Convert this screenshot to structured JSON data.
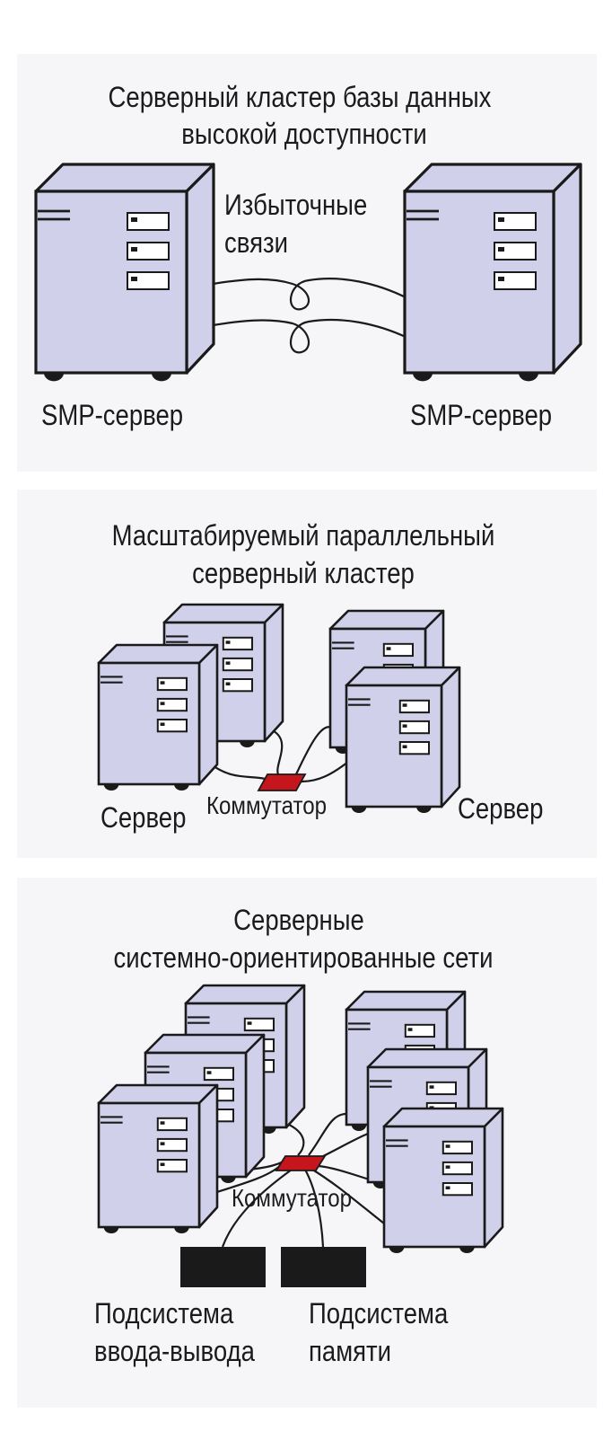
{
  "colors": {
    "server_fill": "#d1d0ea",
    "outline": "#1a1a1a",
    "switch_fill": "#c4161c",
    "subsystem_fill": "#1a1a1a",
    "panel_bg": "#f6f6f9"
  },
  "panel1": {
    "title_line1": "Серверный кластер базы данных",
    "title_line2": "высокой доступности",
    "links_line1": "Избыточные",
    "links_line2": "связи",
    "server_left_label": "SMP-сервер",
    "server_right_label": "SMP-сервер"
  },
  "panel2": {
    "title_line1": "Масштабируемый параллельный",
    "title_line2": "серверный кластер",
    "server_left_label": "Сервер",
    "switch_label": "Коммутатор",
    "server_right_label": "Сервер"
  },
  "panel3": {
    "title_line1": "Серверные",
    "title_line2": "системно-ориентированные сети",
    "switch_label": "Коммутатор",
    "io_line1": "Подсистема",
    "io_line2": "ввода-вывода",
    "mem_line1": "Подсистема",
    "mem_line2": "памяти"
  }
}
